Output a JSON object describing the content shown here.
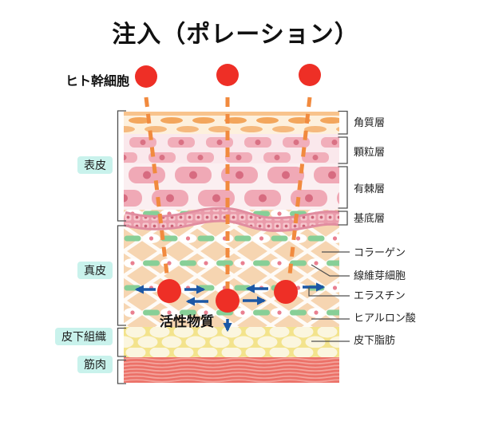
{
  "title": "注入（ポレーション）",
  "stem_cell_label": "ヒト幹細胞",
  "active_substance_label": "活性物質",
  "tissue_labels": [
    {
      "label": "表皮"
    },
    {
      "label": "真皮"
    },
    {
      "label": "皮下組織"
    },
    {
      "label": "筋肉"
    }
  ],
  "layer_annotations": [
    {
      "label": "角質層"
    },
    {
      "label": "顆粒層"
    },
    {
      "label": "有棘層"
    },
    {
      "label": "基底層"
    },
    {
      "label": "コラーゲン"
    },
    {
      "label": "線維芽細胞"
    },
    {
      "label": "エラスチン"
    },
    {
      "label": "ヒアルロン酸"
    },
    {
      "label": "皮下脂肪"
    }
  ],
  "colors": {
    "stem_cell_red": "#ee2f26",
    "injection_dash_orange": "#f18a3e",
    "arrow_blue": "#1b57a5",
    "tissue_chip_bg": "#c9f2ec",
    "elastin_green": "#87cf97",
    "dermis_peach": "#f6d5b1",
    "fat_yellow": "#f3e38c",
    "muscle_red": "#ec7168"
  }
}
